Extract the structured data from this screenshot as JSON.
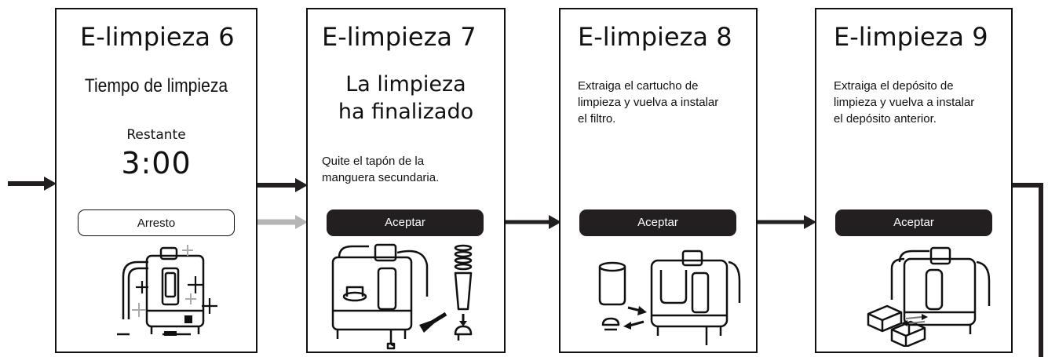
{
  "panels": [
    {
      "title": "E-limpieza 6",
      "subtitle": "Tiempo de limpieza",
      "remaining_label": "Restante",
      "timer": "3:00",
      "button": "Arresto"
    },
    {
      "title": "E-limpieza 7",
      "heading_line1": "La limpieza",
      "heading_line2": "ha finalizado",
      "instruction_line1": "Quite el tapón de la",
      "instruction_line2": "manguera secundaria.",
      "button": "Aceptar"
    },
    {
      "title": "E-limpieza 8",
      "instruction_line1": "Extraiga el cartucho de",
      "instruction_line2": "limpieza y vuelva a instalar",
      "instruction_line3": "el filtro.",
      "button": "Aceptar"
    },
    {
      "title": "E-limpieza 9",
      "instruction_line1": "Extraiga el depósito de",
      "instruction_line2": "limpieza y vuelva a instalar",
      "instruction_line3": "el depósito anterior.",
      "button": "Aceptar"
    }
  ],
  "colors": {
    "primary_arrow": "#231f20",
    "secondary_arrow": "#b5b5b5",
    "button_dark": "#231f20"
  },
  "icons": [
    "water-ionizer-sparkle-icon",
    "hose-cap-removal-icon",
    "filter-cartridge-swap-icon",
    "tank-swap-icon"
  ]
}
